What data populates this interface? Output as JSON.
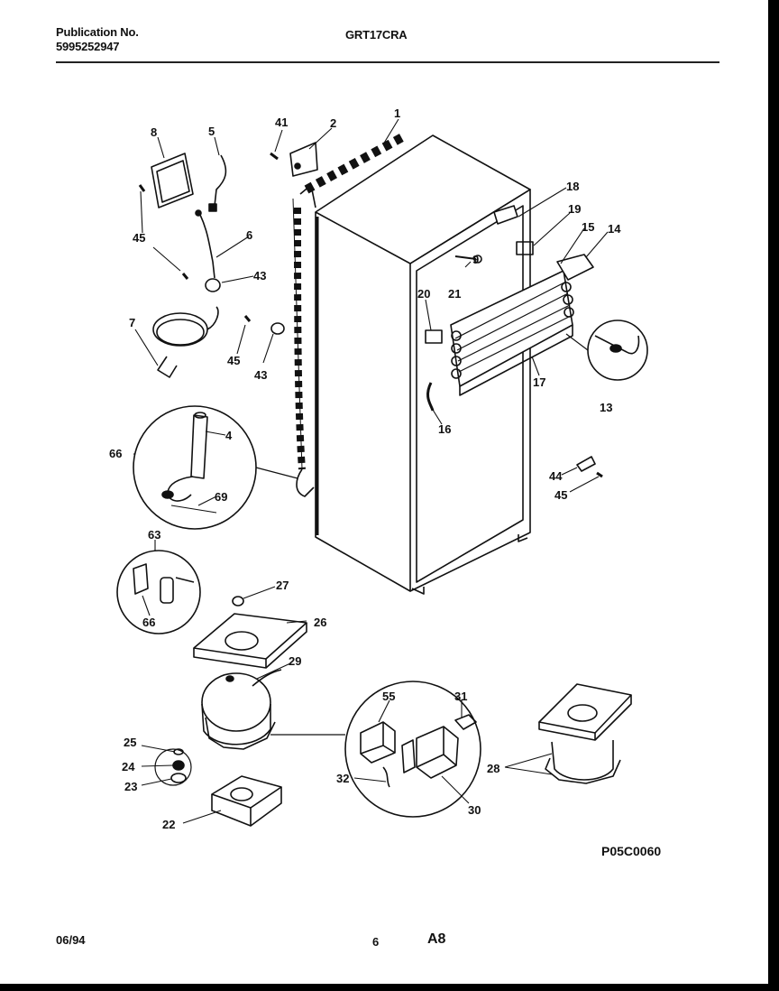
{
  "header": {
    "publication_label": "Publication No.",
    "publication_number": "5995252947",
    "model": "GRT17CRA"
  },
  "diagram": {
    "callouts": [
      "1",
      "2",
      "41",
      "8",
      "5",
      "6",
      "45",
      "43",
      "7",
      "45",
      "43",
      "4",
      "66",
      "69",
      "63",
      "66",
      "27",
      "26",
      "29",
      "25",
      "24",
      "23",
      "22",
      "18",
      "19",
      "15",
      "14",
      "9",
      "21",
      "20",
      "13",
      "17",
      "16",
      "44",
      "45",
      "55",
      "31",
      "32",
      "30",
      "28"
    ],
    "figure_code": "P05C0060"
  },
  "footer": {
    "date": "06/94",
    "page": "6",
    "section": "A8"
  }
}
